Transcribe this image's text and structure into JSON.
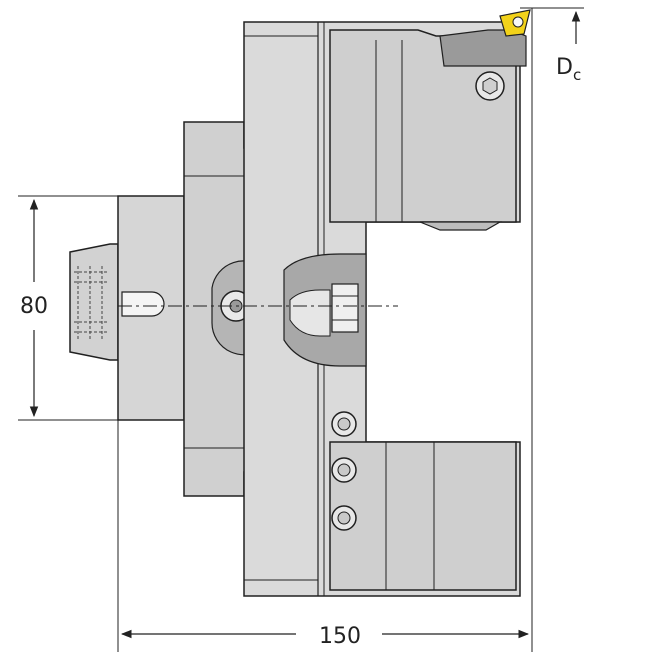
{
  "dimensions": {
    "height_label": "80",
    "width_label": "150",
    "dc_label": "D",
    "dc_subscript": "c"
  },
  "colors": {
    "body_light": "#dcdcdc",
    "body_mid": "#c8c8c8",
    "body_dark": "#9a9a9a",
    "outline": "#202020",
    "insert": "#f2d21a"
  }
}
